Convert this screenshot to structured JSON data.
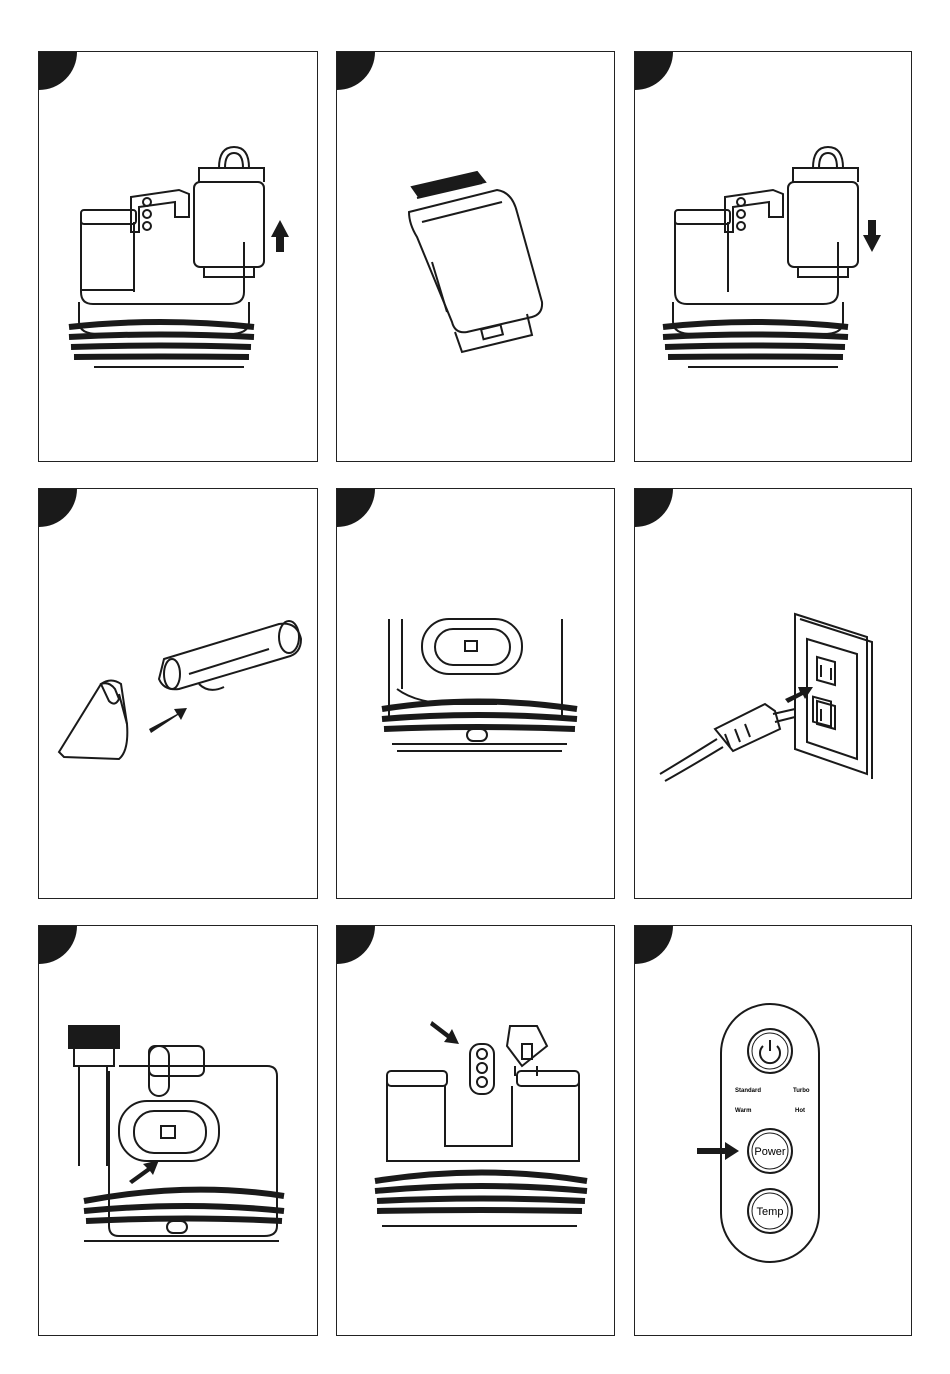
{
  "panels": [
    {
      "id": "step-1",
      "illustration": "lift-water-tank"
    },
    {
      "id": "step-2",
      "illustration": "tank-with-cap"
    },
    {
      "id": "step-3",
      "illustration": "insert-water-tank"
    },
    {
      "id": "step-4",
      "illustration": "attach-nozzle"
    },
    {
      "id": "step-5",
      "illustration": "hose-wrapped"
    },
    {
      "id": "step-6",
      "illustration": "plug-into-outlet"
    },
    {
      "id": "step-7",
      "illustration": "release-button"
    },
    {
      "id": "step-8",
      "illustration": "control-panel-arrow"
    },
    {
      "id": "step-9",
      "illustration": "control-panel"
    }
  ],
  "control_panel": {
    "standard_label": "Standard",
    "turbo_label": "Turbo",
    "warm_label": "Warm",
    "hot_label": "Hot",
    "power_label": "Power",
    "temp_label": "Temp"
  },
  "colors": {
    "ink": "#1a1a1a",
    "panel_border": "#222222",
    "background": "#ffffff"
  }
}
